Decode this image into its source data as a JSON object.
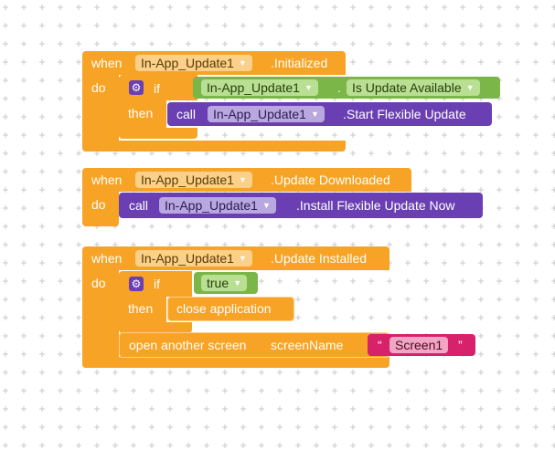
{
  "blocks": [
    {
      "when_label": "when",
      "component": "In-App_Update1",
      "event": ".Initialized",
      "do_label": "do",
      "if_label": "if",
      "then_label": "then",
      "condition_component": "In-App_Update1",
      "condition_property": "Is Update Available",
      "call_label": "call",
      "call_component": "In-App_Update1",
      "call_method": ".Start Flexible Update"
    },
    {
      "when_label": "when",
      "component": "In-App_Update1",
      "event": ".Update Downloaded",
      "do_label": "do",
      "call_label": "call",
      "call_component": "In-App_Update1",
      "call_method": ".Install Flexible Update Now"
    },
    {
      "when_label": "when",
      "component": "In-App_Update1",
      "event": ".Update Installed",
      "do_label": "do",
      "if_label": "if",
      "then_label": "then",
      "condition_value": "true",
      "close_label": "close application",
      "open_label": "open another screen",
      "screen_name_label": "screenName",
      "quote_open": "“",
      "quote_close": "”",
      "screen_value": "Screen1"
    }
  ],
  "icons": {
    "caret": "▼",
    "gear": "⚙"
  },
  "colors": {
    "event": "#f7a325",
    "control": "#f7a325",
    "method": "#6a3fb3",
    "logic": "#7ab648",
    "text": "#d8216b"
  }
}
